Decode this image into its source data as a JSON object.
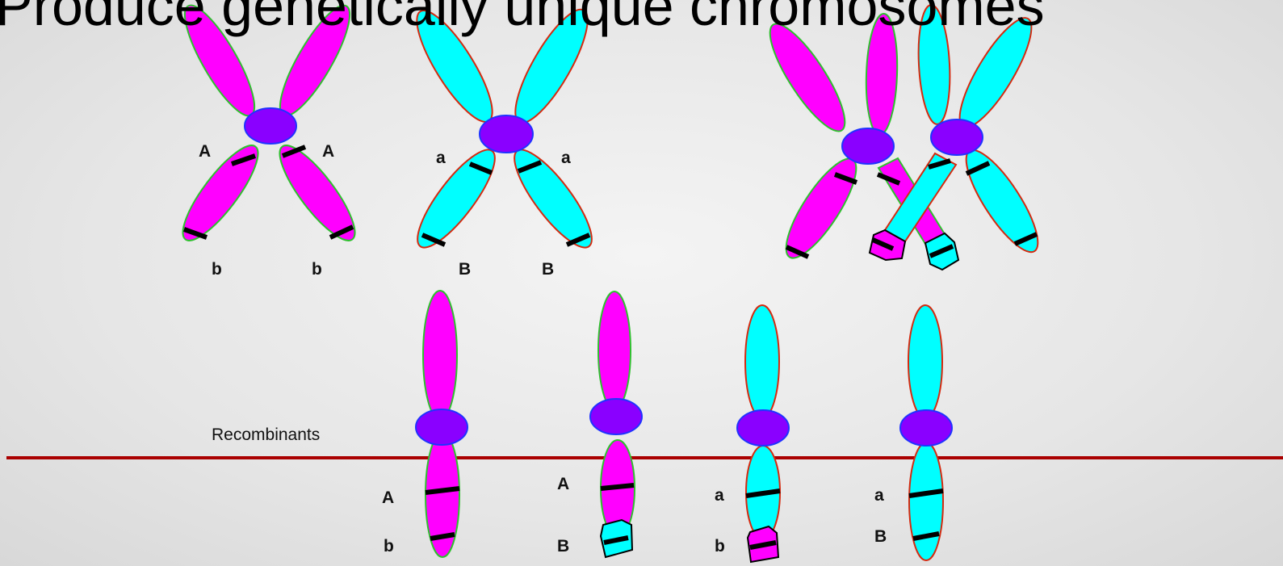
{
  "slide": {
    "title": "Produce genetically unique chromosomes",
    "recombinants_label": "Recombinants"
  },
  "colors": {
    "parent_1_fill": "#ff00ff",
    "parent_1_outline": "#2fbf2f",
    "parent_2_fill": "#00ffff",
    "parent_2_outline": "#d42a10",
    "centromere_fill": "#8a00ff",
    "centromere_outline": "#1f33ff",
    "band": "#000000",
    "divider": "#aa0000"
  },
  "parent_1_labels": [
    "A",
    "A",
    "b",
    "b"
  ],
  "parent_2_labels": [
    "a",
    "a",
    "B",
    "B"
  ],
  "recombinants": [
    {
      "upper": "A",
      "lower": "b"
    },
    {
      "upper": "A",
      "lower": "B"
    },
    {
      "upper": "a",
      "lower": "b"
    },
    {
      "upper": "a",
      "lower": "B"
    }
  ]
}
